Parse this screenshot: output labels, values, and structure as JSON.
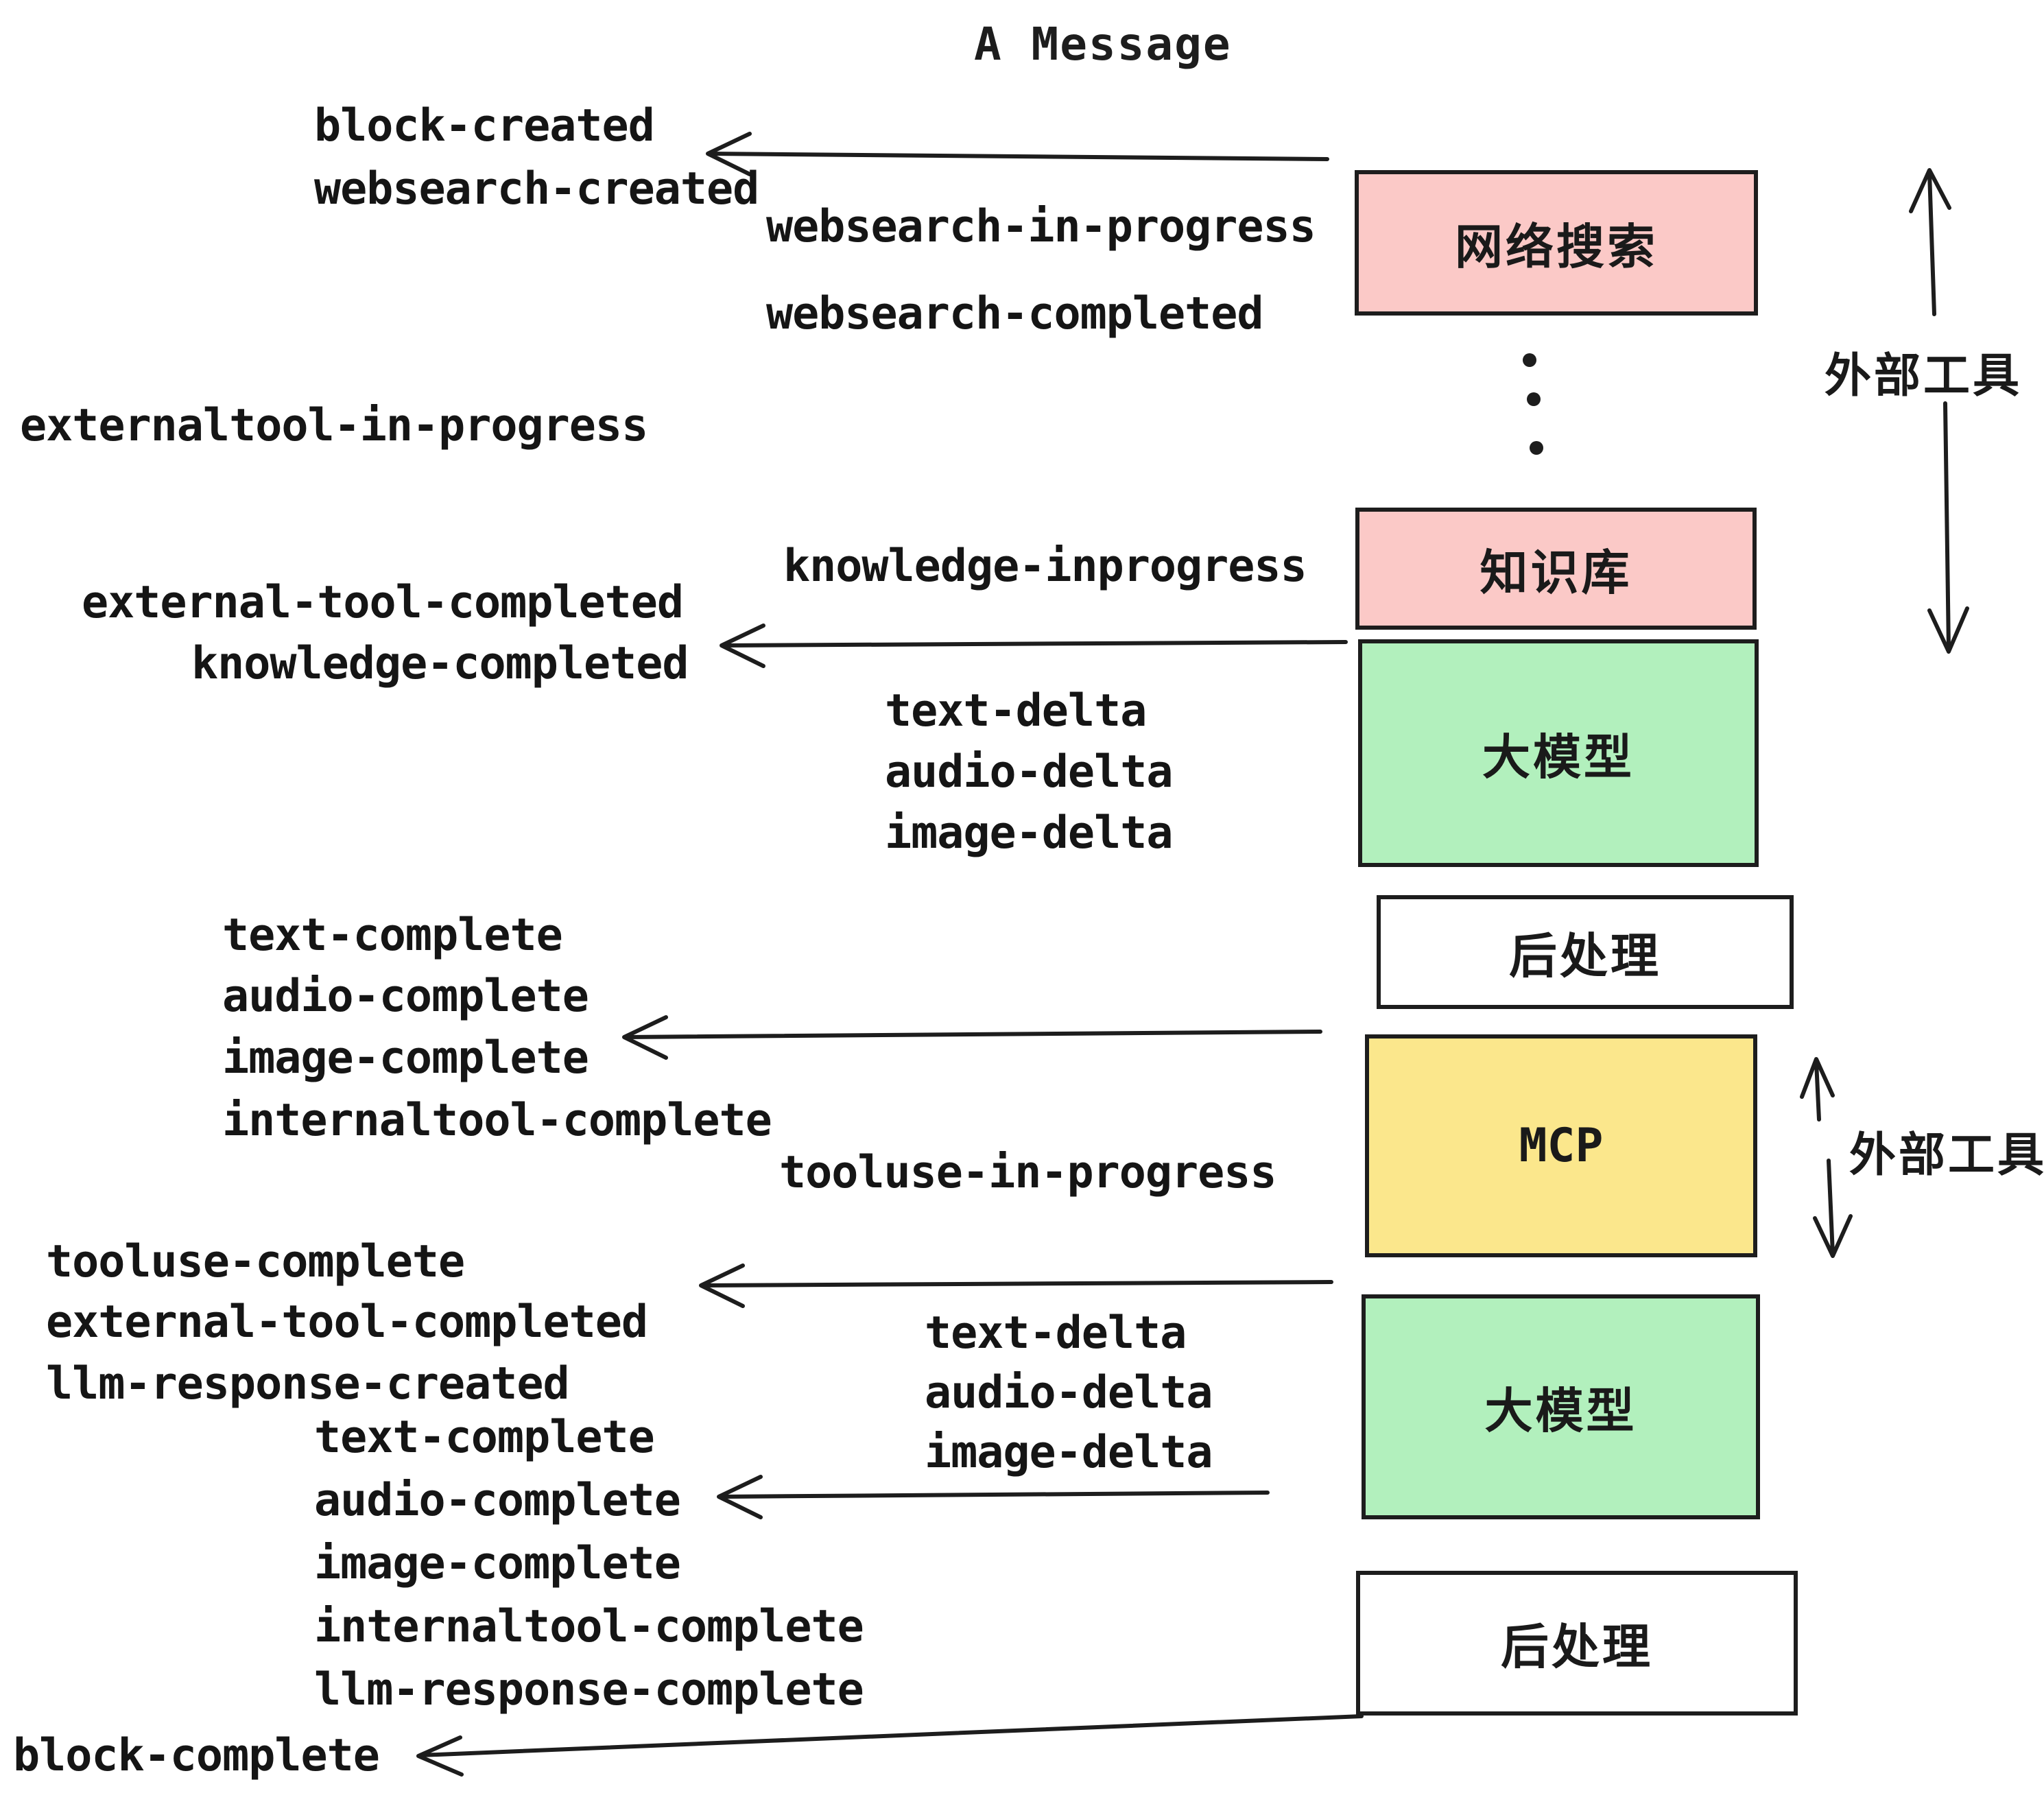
{
  "title": "A Message",
  "colors": {
    "pink": "#fbc9c7",
    "green": "#b2f0bd",
    "yellow": "#fbe78c",
    "white": "#ffffff",
    "ink": "#1d1d1d",
    "background": "#ffffff"
  },
  "boxes": [
    {
      "id": "websearch",
      "label": "网络搜索"
    },
    {
      "id": "knowledge",
      "label": "知识库"
    },
    {
      "id": "llm-1",
      "label": "大模型"
    },
    {
      "id": "postprocess-1",
      "label": "后处理"
    },
    {
      "id": "mcp",
      "label": "MCP"
    },
    {
      "id": "llm-2",
      "label": "大模型"
    },
    {
      "id": "postprocess-2",
      "label": "后处理"
    }
  ],
  "side_labels": [
    {
      "id": "external-tools-top",
      "text": "外部工具"
    },
    {
      "id": "external-tools-mcp",
      "text": "外部工具"
    }
  ],
  "events": [
    {
      "text": "block-created"
    },
    {
      "text": "websearch-created"
    },
    {
      "text": "websearch-in-progress"
    },
    {
      "text": "websearch-completed"
    },
    {
      "text": "externaltool-in-progress"
    },
    {
      "text": "knowledge-inprogress"
    },
    {
      "text": "external-tool-completed"
    },
    {
      "text": "knowledge-completed"
    },
    {
      "text": "text-delta"
    },
    {
      "text": "audio-delta"
    },
    {
      "text": "image-delta"
    },
    {
      "text": "text-complete"
    },
    {
      "text": "audio-complete"
    },
    {
      "text": "image-complete"
    },
    {
      "text": "internaltool-complete"
    },
    {
      "text": "tooluse-in-progress"
    },
    {
      "text": "tooluse-complete"
    },
    {
      "text": "external-tool-completed"
    },
    {
      "text": "llm-response-created"
    },
    {
      "text": "text-complete"
    },
    {
      "text": "audio-complete"
    },
    {
      "text": "image-complete"
    },
    {
      "text": "internaltool-complete"
    },
    {
      "text": "llm-response-complete"
    },
    {
      "text": "block-complete"
    },
    {
      "text": "text-delta"
    },
    {
      "text": "audio-delta"
    },
    {
      "text": "image-delta"
    }
  ]
}
